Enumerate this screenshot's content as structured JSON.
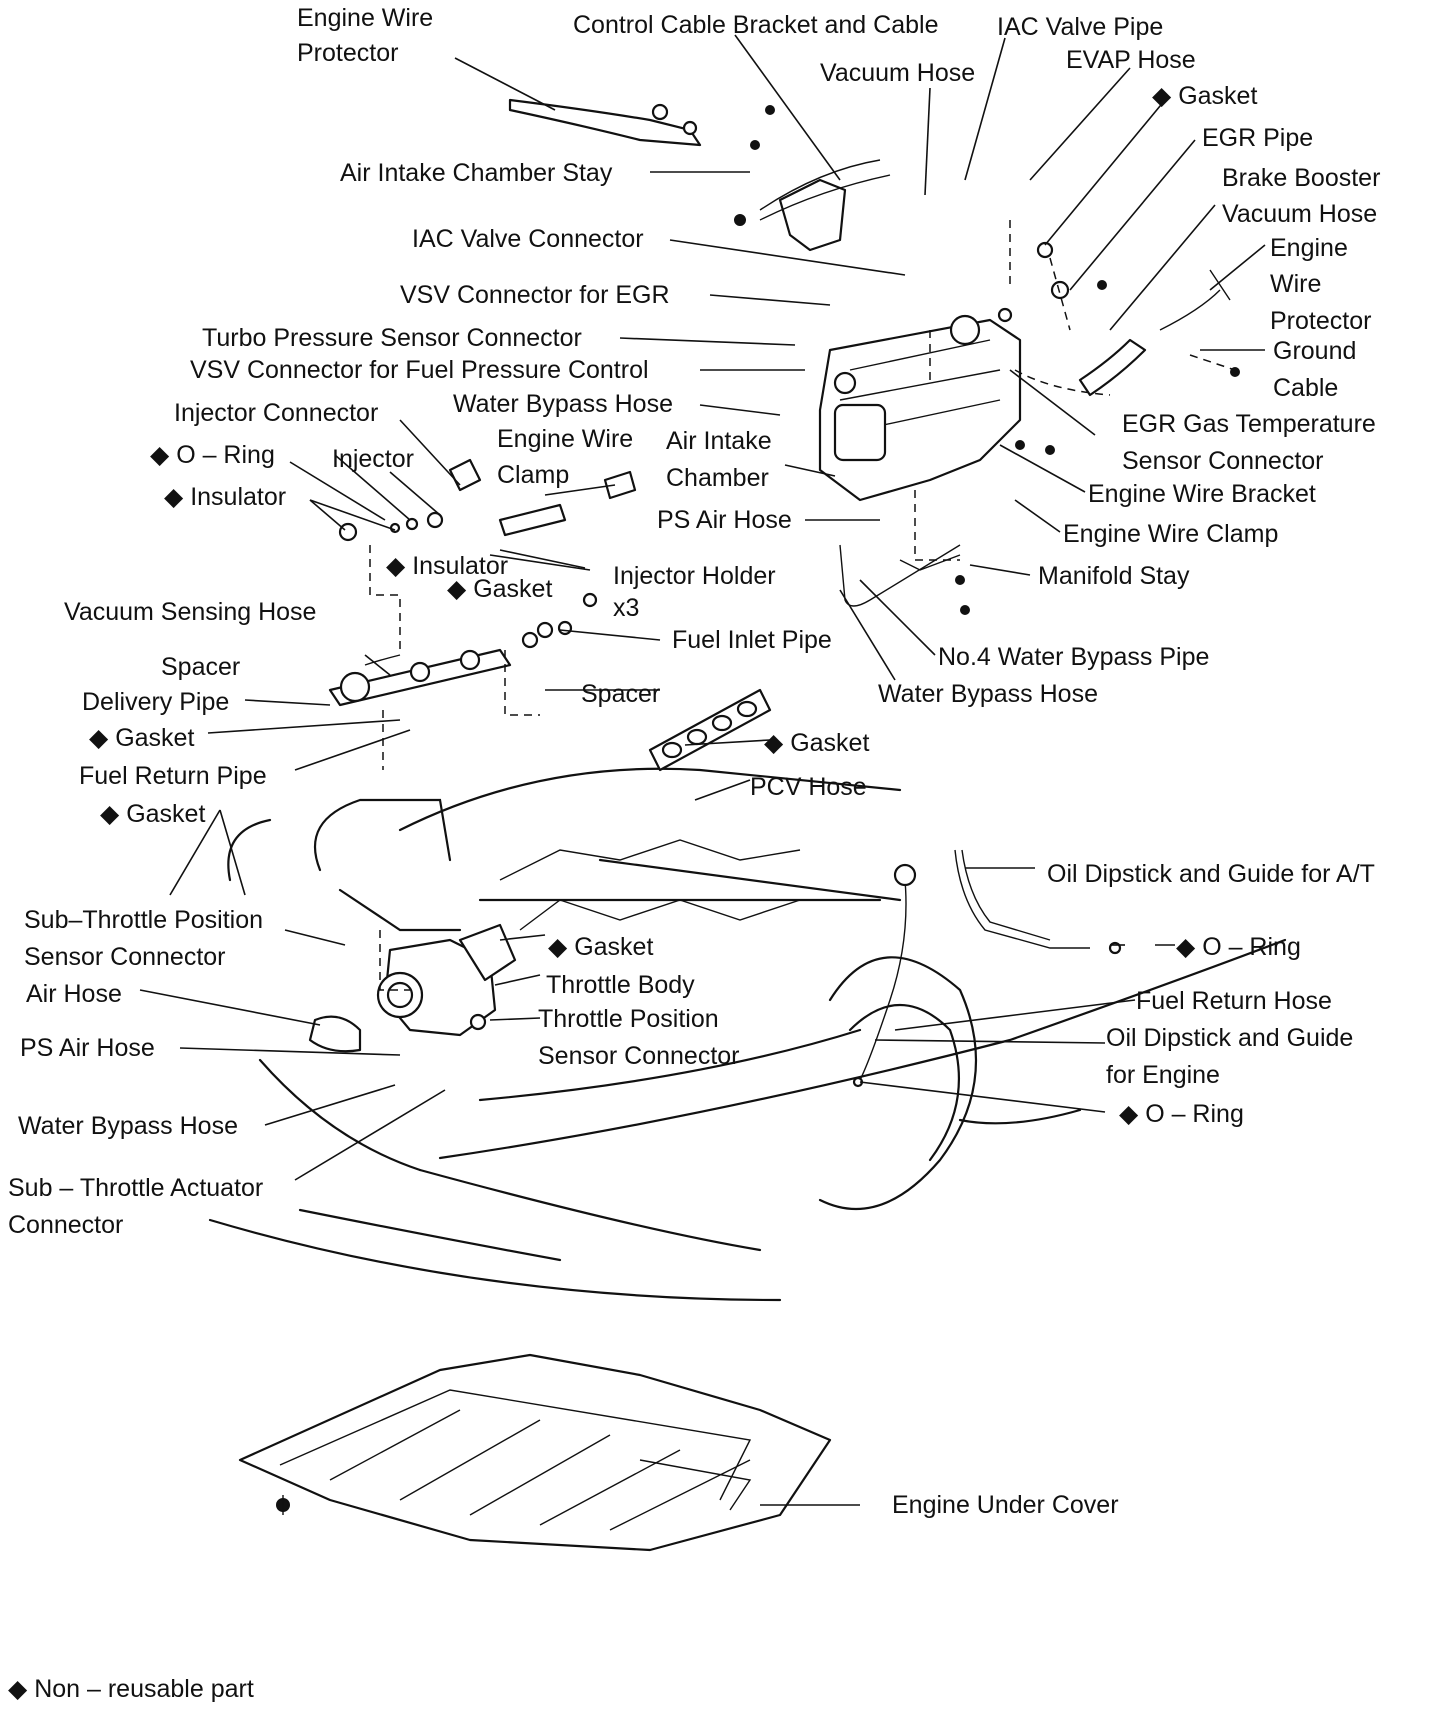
{
  "labels": {
    "engine_wire_protector_1": "Engine Wire",
    "engine_wire_protector_2": "Protector",
    "control_cable_bracket": "Control Cable Bracket and Cable",
    "iac_valve_pipe": "IAC Valve Pipe",
    "vacuum_hose_top": "Vacuum Hose",
    "evap_hose": "EVAP Hose",
    "gasket_top": "Gasket",
    "egr_pipe": "EGR Pipe",
    "brake_booster_1": "Brake Booster",
    "brake_booster_2": "Vacuum Hose",
    "ewp_ground_1": "Engine",
    "ewp_ground_2": "Wire",
    "ewp_ground_3": "Protector",
    "ewp_ground_4": "Ground",
    "ewp_ground_5": "Cable",
    "air_intake_chamber_stay": "Air Intake Chamber Stay",
    "iac_valve_connector": "IAC Valve Connector",
    "vsv_connector_egr": "VSV Connector for EGR",
    "turbo_pressure_sensor": "Turbo Pressure Sensor Connector",
    "vsv_fuel_pressure": "VSV Connector for Fuel Pressure Control",
    "water_bypass_hose_top": "Water Bypass Hose",
    "injector_connector": "Injector Connector",
    "o_ring_left": "O – Ring",
    "injector": "Injector",
    "engine_wire_clamp_1": "Engine Wire",
    "engine_wire_clamp_2": "Clamp",
    "air_intake_chamber_1": "Air Intake",
    "air_intake_chamber_2": "Chamber",
    "egr_gas_temp_1": "EGR Gas Temperature",
    "egr_gas_temp_2": "Sensor Connector",
    "insulator_top": "Insulator",
    "engine_wire_bracket": "Engine Wire Bracket",
    "ps_air_hose_top": "PS Air Hose",
    "engine_wire_clamp_right": "Engine Wire Clamp",
    "insulator_mid": "Insulator",
    "gasket_mid": "Gasket",
    "injector_holder_1": "Injector Holder",
    "injector_holder_2": "x3",
    "manifold_stay": "Manifold Stay",
    "vacuum_sensing_hose": "Vacuum Sensing Hose",
    "fuel_inlet_pipe": "Fuel Inlet Pipe",
    "no4_water_bypass_pipe": "No.4 Water Bypass Pipe",
    "spacer_left": "Spacer",
    "delivery_pipe": "Delivery Pipe",
    "spacer_mid": "Spacer",
    "water_bypass_hose_mid": "Water Bypass Hose",
    "gasket_left": "Gasket",
    "gasket_manifold": "Gasket",
    "fuel_return_pipe": "Fuel Return Pipe",
    "pcv_hose": "PCV Hose",
    "gasket_left2": "Gasket",
    "oil_dipstick_at": "Oil Dipstick and Guide for A/T",
    "sub_throttle_pos_1": "Sub–Throttle Position",
    "sub_throttle_pos_2": "Sensor Connector",
    "gasket_throttle": "Gasket",
    "o_ring_right": "O – Ring",
    "throttle_body": "Throttle Body",
    "air_hose": "Air Hose",
    "throttle_pos_1": "Throttle Position",
    "throttle_pos_2": "Sensor Connector",
    "fuel_return_hose": "Fuel Return Hose",
    "ps_air_hose_left": "PS Air Hose",
    "oil_dipstick_engine_1": "Oil Dipstick and Guide",
    "oil_dipstick_engine_2": "for Engine",
    "o_ring_bottom": "O – Ring",
    "water_bypass_hose_left": "Water Bypass Hose",
    "sub_throttle_act_1": "Sub – Throttle Actuator",
    "sub_throttle_act_2": "Connector",
    "engine_under_cover": "Engine Under Cover",
    "legend": "Non – reusable part"
  },
  "marker_symbol": "◆",
  "colors": {
    "ink": "#111111",
    "background": "#ffffff"
  }
}
